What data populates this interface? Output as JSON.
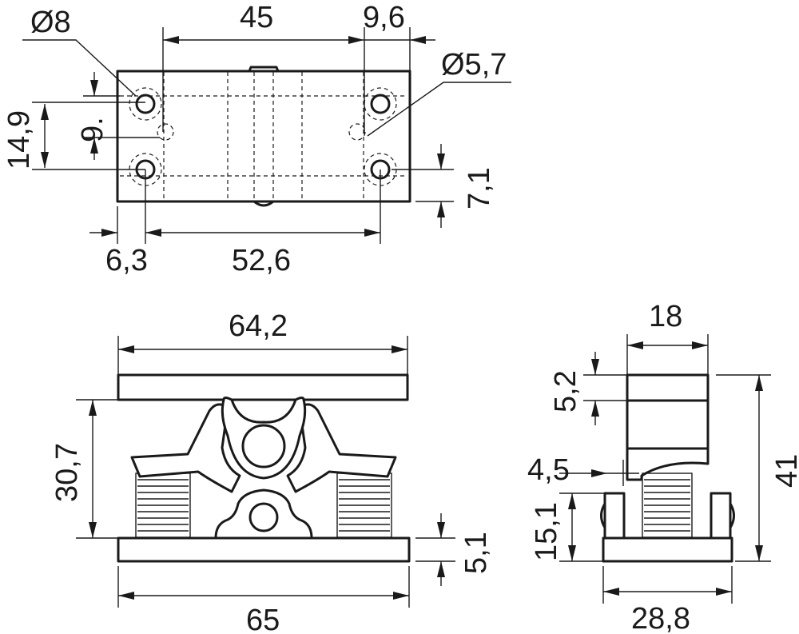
{
  "labels": {
    "d_hole_large": "Ø8",
    "hole_pitch_top": "45",
    "edge_offset_right": "9,6",
    "d_hole_small": "Ø5,7",
    "height_total_top": "14,9",
    "height_partial_top": "9.",
    "edge_bottom_right": "7,1",
    "edge_left": "6,3",
    "hole_pitch_bottom": "52,6",
    "front_top_width": "64,2",
    "front_height": "30,7",
    "front_base_thickness": "5,1",
    "front_base_width": "65",
    "side_top_width": "18",
    "side_top_thickness": "5,2",
    "side_gap": "4,5",
    "side_total_height": "41",
    "side_base_height": "15,1",
    "side_base_width": "28,8"
  },
  "colors": {
    "line": "#1a1a1a",
    "background": "#ffffff"
  }
}
